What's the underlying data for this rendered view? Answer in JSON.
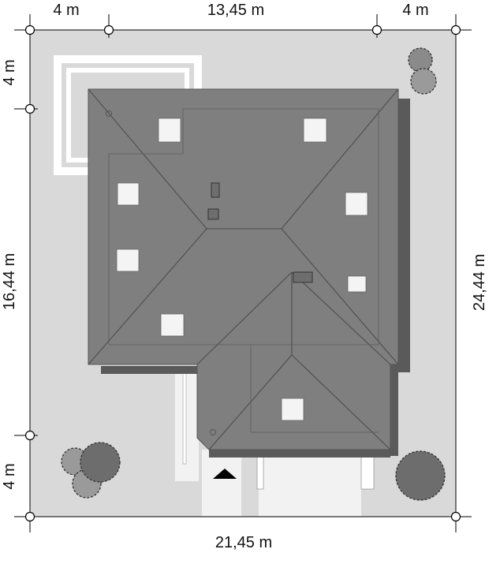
{
  "dimensions": {
    "top_left_setback": "4 m",
    "top_width": "13,45 m",
    "top_right_setback": "4 m",
    "left_top_setback": "4 m",
    "left_depth": "16,44 m",
    "left_bottom_setback": "4 m",
    "right_depth": "24,44 m",
    "bottom_width": "21,45 m"
  },
  "colors": {
    "plot": "#d9d9d9",
    "roof": "#7f7f7f",
    "roof_shadow": "#5a5a5a",
    "roof_line": "#555555",
    "skylight": "#f4f4f4",
    "paving": "#f2f2f2",
    "tree_dark": "#6d6d6d",
    "tree_light": "#9a9a9a",
    "entrance_arrow": "#000000"
  },
  "icons": {
    "entrance": "triangle-arrow-icon",
    "tree": "tree-icon",
    "survey_point": "circle-marker-icon"
  }
}
